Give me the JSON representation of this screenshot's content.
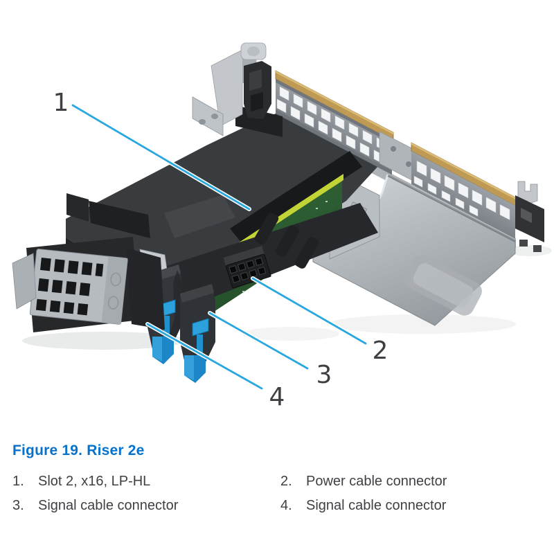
{
  "figure": {
    "caption": "Figure 19. Riser 2e"
  },
  "legend": {
    "items": [
      {
        "num": "1.",
        "label": "Slot 2, x16, LP-HL"
      },
      {
        "num": "2.",
        "label": "Power cable connector"
      },
      {
        "num": "3.",
        "label": "Signal cable connector"
      },
      {
        "num": "4.",
        "label": "Signal cable connector"
      }
    ]
  },
  "callouts": {
    "labels": [
      "1",
      "2",
      "3",
      "4"
    ]
  },
  "colors": {
    "caption_blue": "#0672CB",
    "leader_line_blue": "#29A8E0",
    "connector_latch_blue": "#2BA2DC",
    "pull_tab_blue": "#1C86C6",
    "emi_gold": "#BE9A55",
    "pcb_green": "#2D5F33",
    "pcb_edge_yellow": "#C3D437",
    "metal_light": "#C5C9CD",
    "metal_mid": "#9AA0A6",
    "chassis_dark": "#3A3D40",
    "legend_text": "#3E4043"
  }
}
